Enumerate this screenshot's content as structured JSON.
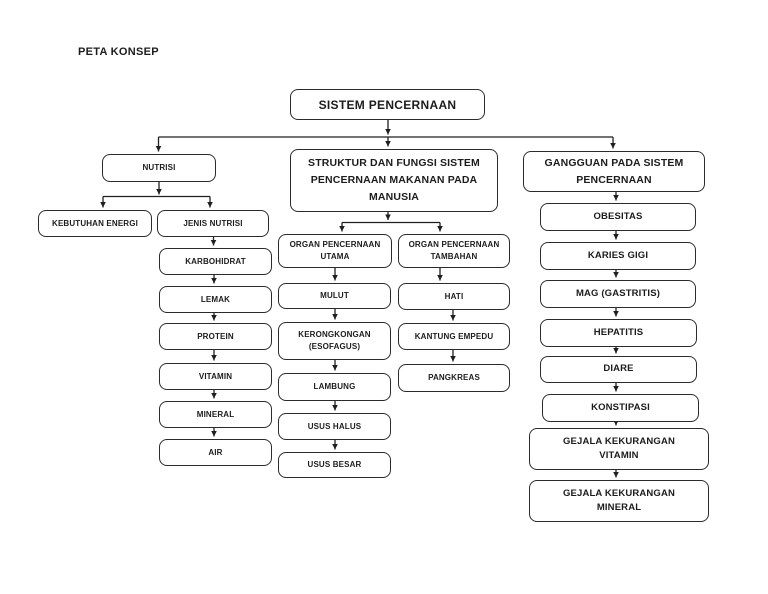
{
  "page": {
    "title": "PETA KONSEP"
  },
  "map": {
    "root": "SISTEM PENCERNAAN",
    "nutrisi": {
      "label": "NUTRISI",
      "kebutuhan_energi": "KEBUTUHAN ENERGI",
      "jenis_nutrisi": {
        "label": "JENIS NUTRISI",
        "items": [
          "KARBOHIDRAT",
          "LEMAK",
          "PROTEIN",
          "VITAMIN",
          "MINERAL",
          "AIR"
        ]
      }
    },
    "struktur": {
      "label": "STRUKTUR DAN FUNGSI SISTEM\nPENCERNAAN MAKANAN PADA\nMANUSIA",
      "organ_utama": {
        "label": "ORGAN PENCERNAAN\nUTAMA",
        "items": [
          "MULUT",
          "KERONGKONGAN\n(ESOFAGUS)",
          "LAMBUNG",
          "USUS HALUS",
          "USUS BESAR"
        ]
      },
      "organ_tambahan": {
        "label": "ORGAN PENCERNAAN\nTAMBAHAN",
        "items": [
          "HATI",
          "KANTUNG EMPEDU",
          "PANGKREAS"
        ]
      }
    },
    "gangguan": {
      "label": "GANGGUAN PADA SISTEM\nPENCERNAAN",
      "items": [
        "OBESITAS",
        "KARIES GIGI",
        "MAG (GASTRITIS)",
        "HEPATITIS",
        "DIARE",
        "KONSTIPASI",
        "GEJALA KEKURANGAN\nVITAMIN",
        "GEJALA KEKURANGAN\nMINERAL"
      ]
    }
  },
  "colors": {
    "line": "#1f1f1f",
    "box_border": "#2b2b2b",
    "text": "#1c1c1c",
    "background": "#ffffff"
  }
}
